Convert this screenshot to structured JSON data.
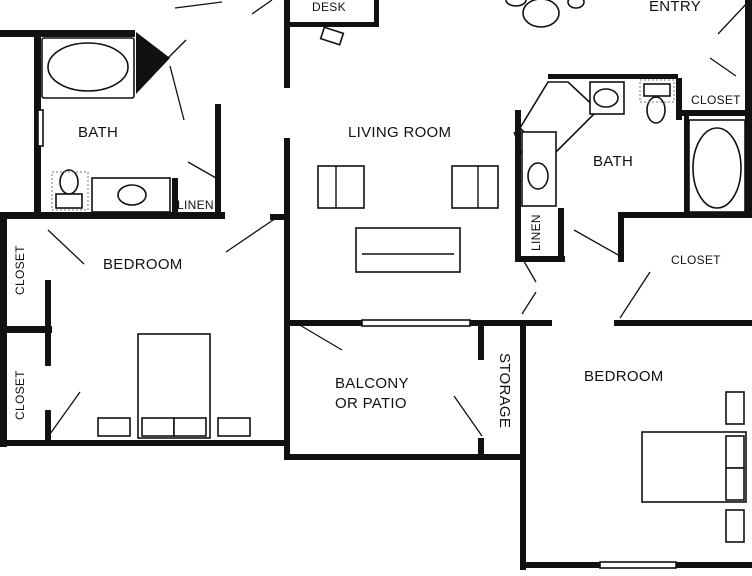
{
  "rooms": {
    "entry": "ENTRY",
    "desk": "DESK",
    "living_room": "LIVING ROOM",
    "bath_left": "BATH",
    "bath_right": "BATH",
    "linen_left": "LINEN",
    "linen_right": "LINEN",
    "closet_top_right": "CLOSET",
    "closet_right": "CLOSET",
    "closet_left_top": "CLOSET",
    "closet_left_bottom": "CLOSET",
    "bedroom_left": "BEDROOM",
    "bedroom_right": "BEDROOM",
    "balcony_line1": "BALCONY",
    "balcony_line2": "OR PATIO",
    "storage": "STORAGE"
  }
}
